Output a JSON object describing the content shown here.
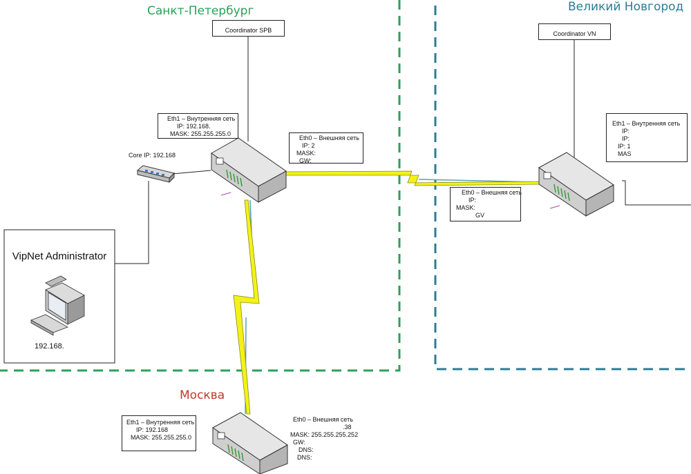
{
  "regions": {
    "spb": {
      "title": "Санкт-Петербург",
      "color": "#2ca05a"
    },
    "vn": {
      "title": "Великий Новгород",
      "color": "#2a7d95"
    },
    "msk": {
      "title": "Москва",
      "color": "#c0392b"
    }
  },
  "coordinators": {
    "spb": "Coordinator SPB",
    "vn": "Coordinator VN"
  },
  "spb_eth1": [
    "Eth1 – Внутренняя сеть",
    "IP: 192.168.",
    "MASK: 255.255.255.0"
  ],
  "spb_eth0": [
    "Eth0 – Внешняя сеть",
    "IP: 2",
    "MASK:",
    "GW:"
  ],
  "vn_eth1": [
    "Eth1 – Внутренняя сеть",
    "IP:",
    "IP:",
    "IP: 1",
    "MAS"
  ],
  "vn_eth0": [
    "Eth0 – Внешняя сеть",
    "IP:",
    "MASK:",
    "GV"
  ],
  "msk_eth1": [
    "Eth1 – Внутренняя сеть",
    "IP: 192.168",
    "MASK: 255.255.255.0"
  ],
  "msk_eth0": [
    "Eth0 – Внешняя сеть",
    ".38",
    "MASK: 255.255.255.252",
    "GW:",
    "DNS:",
    "DNS:"
  ],
  "core_ip": "Core IP: 192.168",
  "admin": {
    "title": "VipNet Administrator",
    "ip": "192.168."
  },
  "colors": {
    "lightning": "#f2f21a",
    "lightning_stroke": "#8a8a10",
    "link": "#5aa0b0"
  }
}
